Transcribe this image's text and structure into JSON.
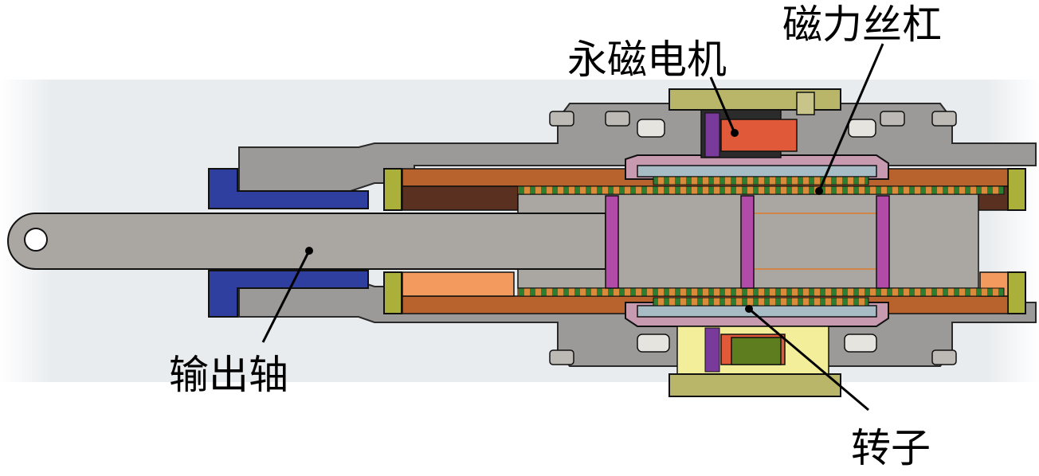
{
  "labels": {
    "motor": "永磁电机",
    "screw": "磁力丝杠",
    "shaft": "输出轴",
    "rotor": "转子"
  }
}
